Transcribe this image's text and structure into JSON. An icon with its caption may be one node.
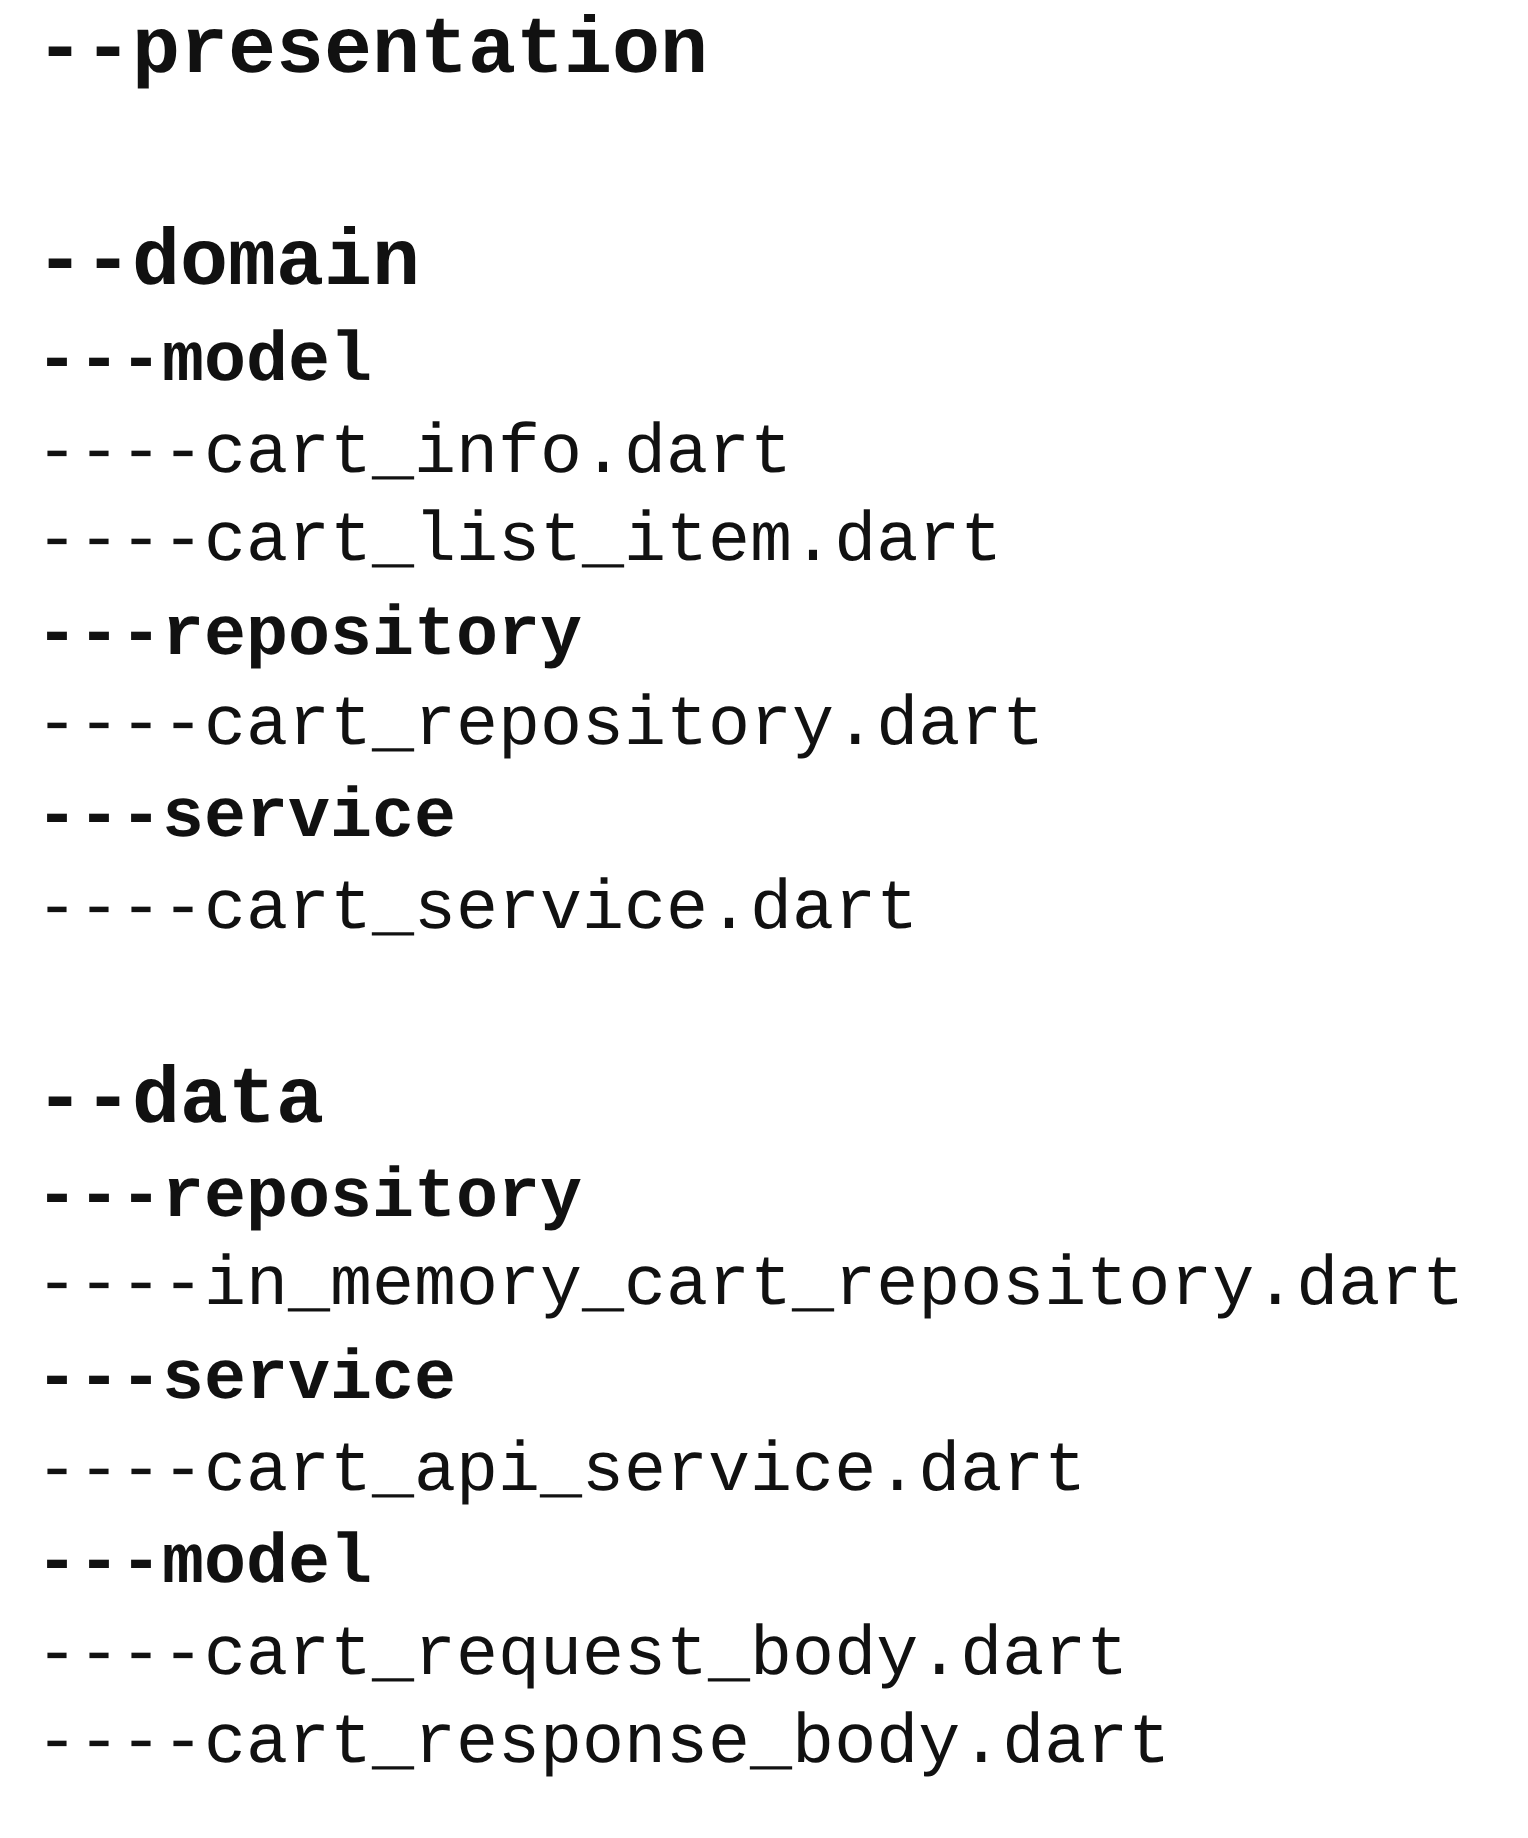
{
  "diagram": {
    "labels": [
      "--presentation",
      "--domain",
      "---model",
      "----cart_info.dart",
      "----cart_list_item.dart",
      "---repository",
      "----cart_repository.dart",
      "---service",
      "----cart_service.dart",
      "--data",
      "---repository",
      "----in_memory_cart_repository.dart",
      "---service",
      "----cart_api_service.dart",
      "---model",
      "----cart_request_body.dart",
      "----cart_response_body.dart"
    ]
  }
}
